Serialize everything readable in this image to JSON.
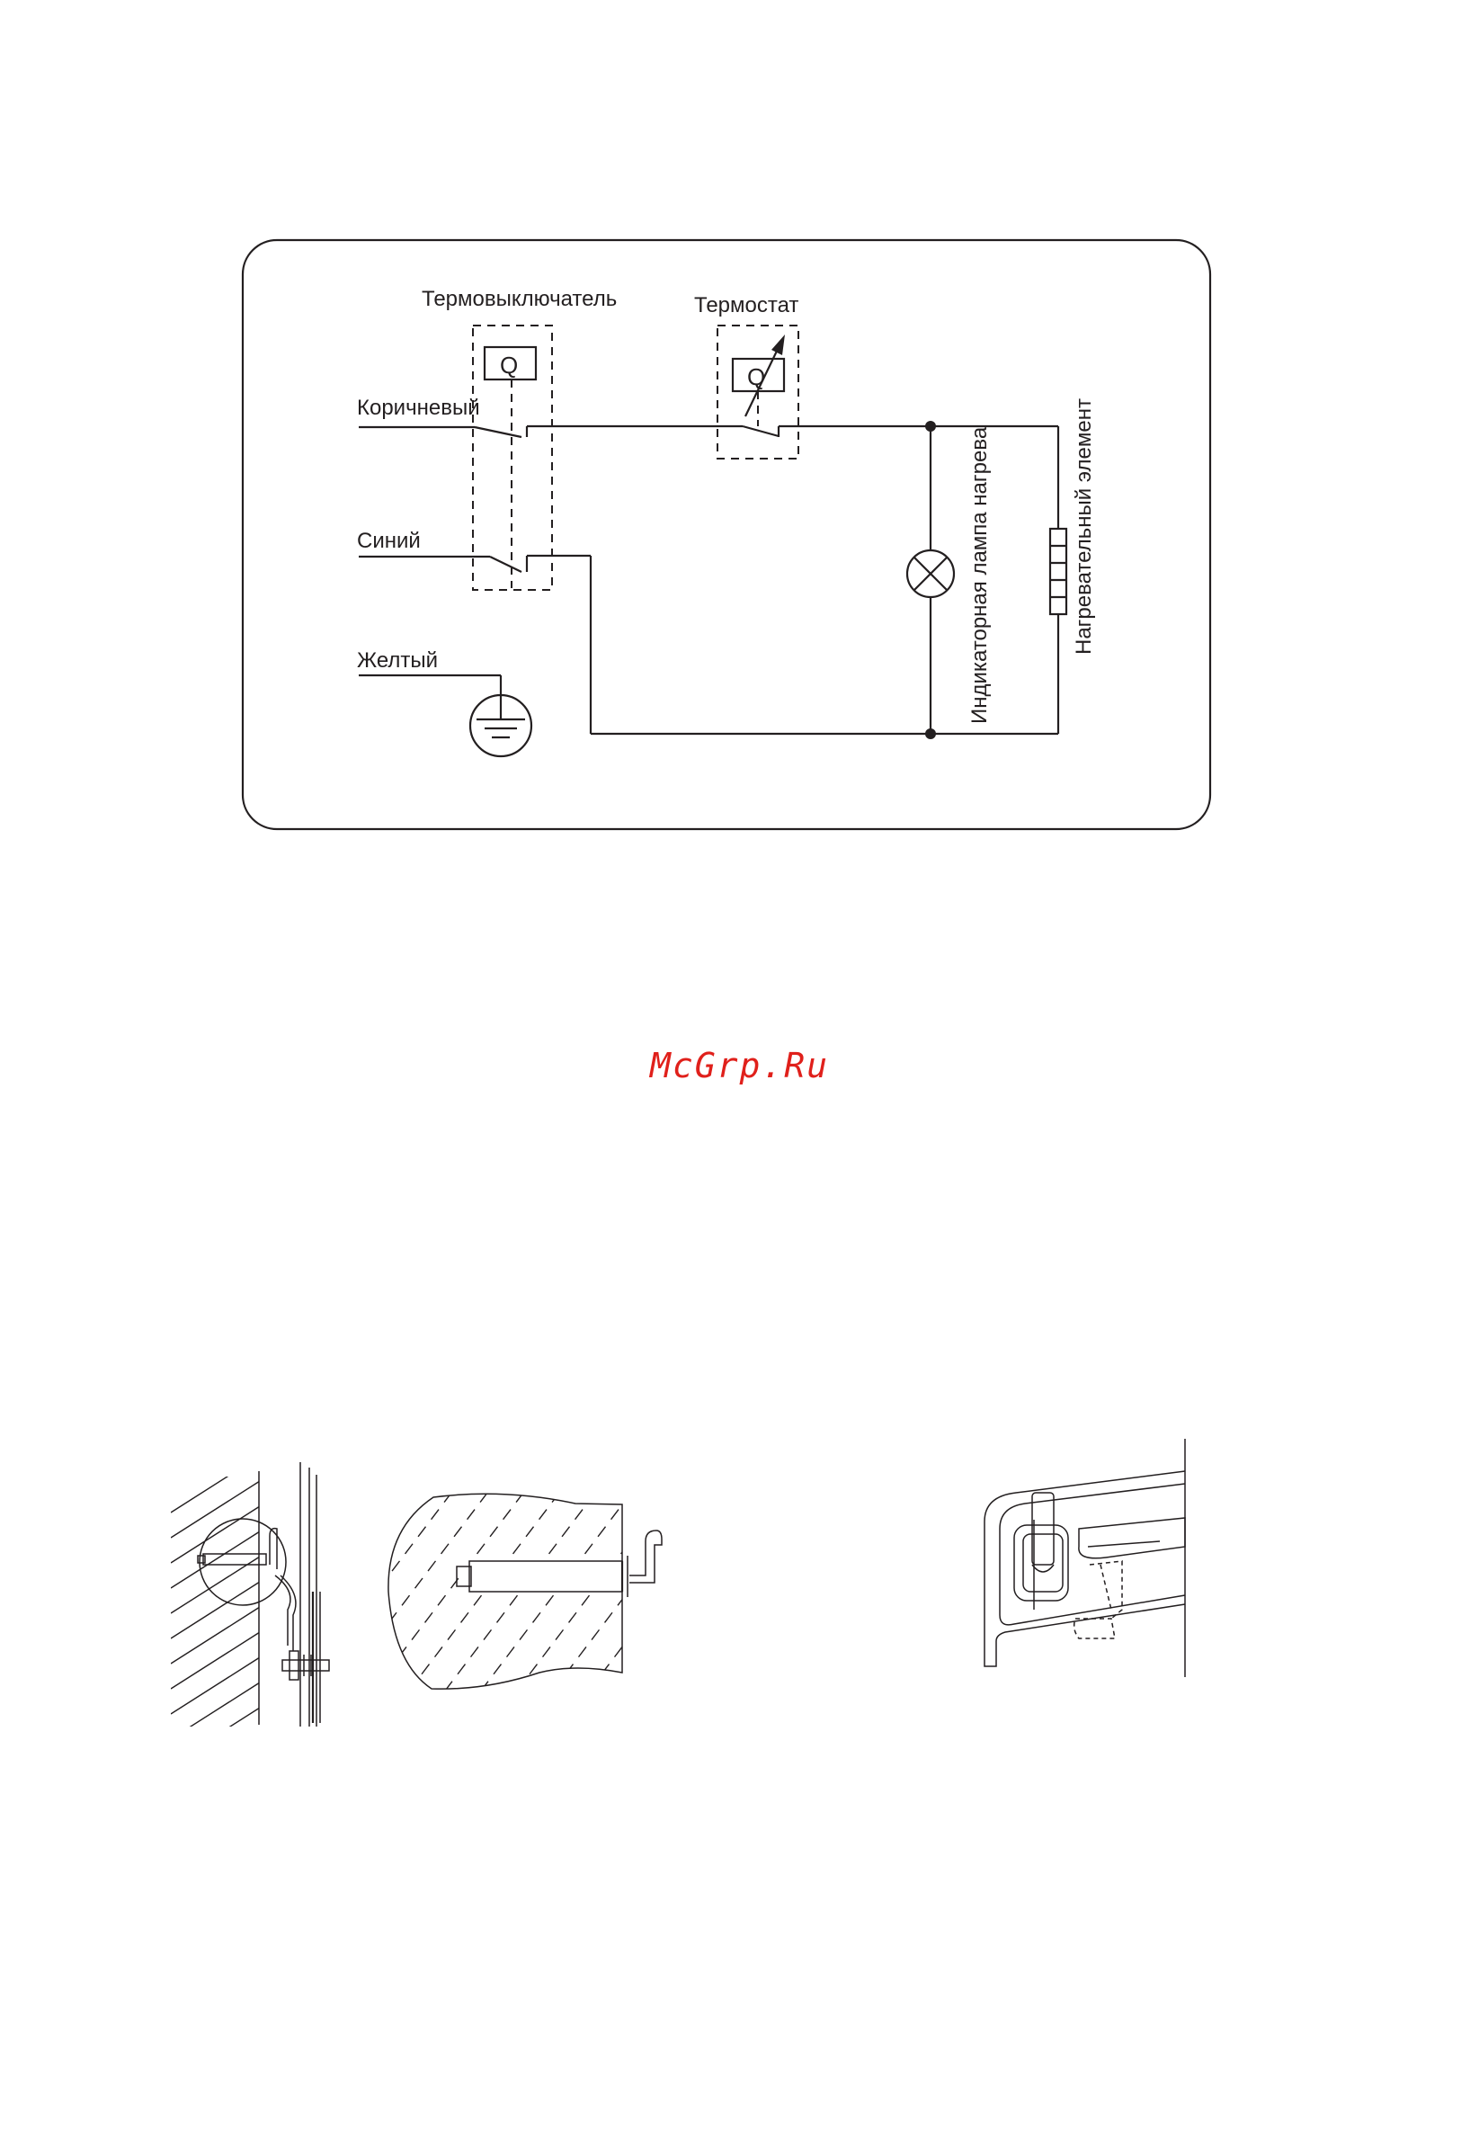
{
  "wiring_diagram": {
    "labels": {
      "thermal_cutout": "Термовыключатель",
      "thermostat": "Термостат",
      "wire_brown": "Коричневый",
      "wire_blue": "Синий",
      "wire_yellow": "Желтый",
      "indicator_lamp": "Индикаторная лампа нагрева",
      "heating_element": "Нагревательный элемент"
    },
    "relay_symbol": "Q"
  },
  "watermark": "McGrp.Ru",
  "colors": {
    "line": "#231f20",
    "watermark": "#e0201b",
    "background": "#ffffff"
  },
  "icons": [
    "ground-icon",
    "lamp-icon",
    "heater-icon",
    "relay-icon"
  ]
}
